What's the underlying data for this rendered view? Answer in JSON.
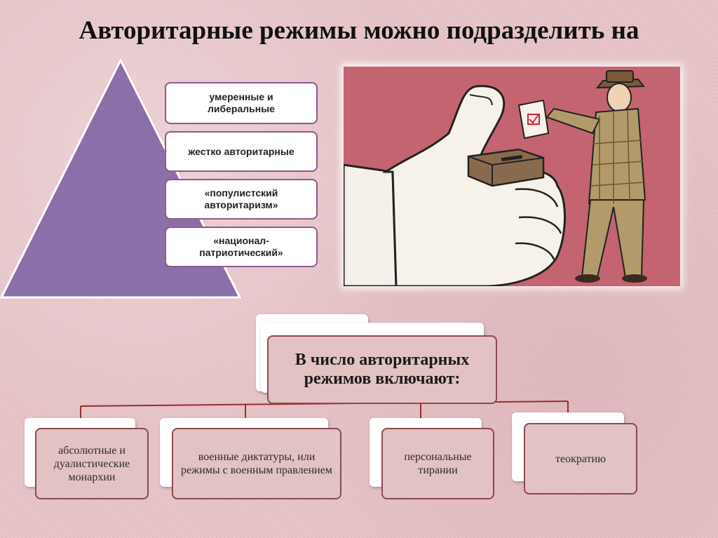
{
  "title": "Авторитарные режимы можно подразделить на",
  "pyramid": {
    "color": "#8b6fa8",
    "items": [
      "умеренные и либеральные",
      "жестко авторитарные",
      "«популистский авторитаризм»",
      "«национал-патриотический»"
    ]
  },
  "illustration": {
    "background": "#c46470"
  },
  "hierarchy": {
    "root": "В число авторитарных режимов включают:",
    "children": [
      "абсолютные и дуалистические монархии",
      "военные диктатуры, или режимы с военным правлением",
      "персональные тирании",
      "теократию"
    ],
    "card_color": "#e3c2c4",
    "line_color": "#9a2e2e"
  }
}
